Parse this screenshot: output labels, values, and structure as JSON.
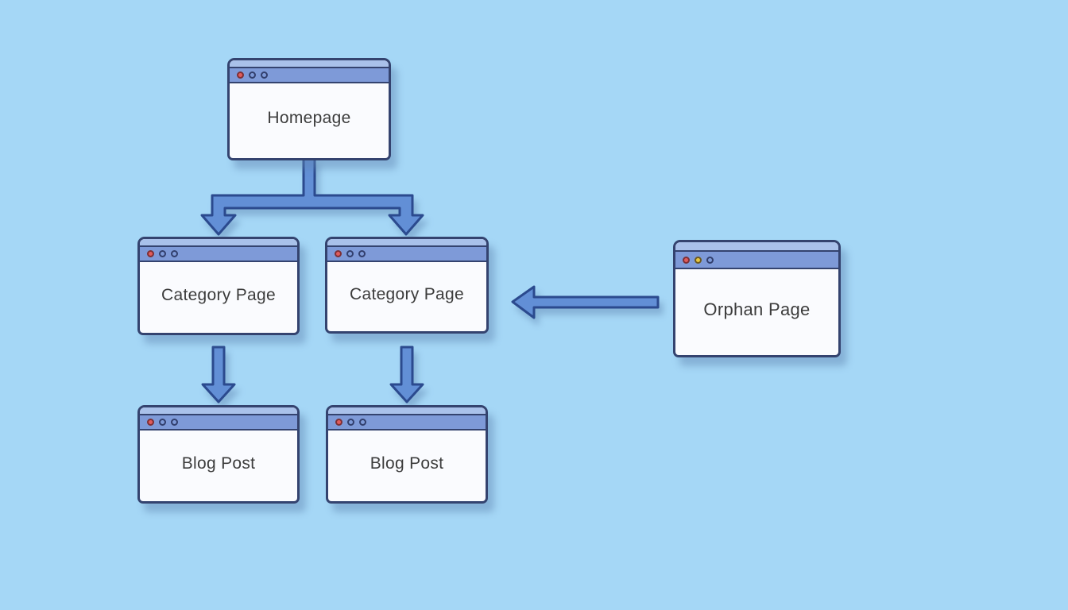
{
  "diagram": {
    "nodes": [
      {
        "id": "homepage",
        "label": "Homepage",
        "dots": [
          "red",
          "outline",
          "outline"
        ]
      },
      {
        "id": "category-1",
        "label": "Category Page",
        "dots": [
          "red",
          "outline",
          "outline"
        ]
      },
      {
        "id": "category-2",
        "label": "Category Page",
        "dots": [
          "red",
          "outline",
          "outline"
        ]
      },
      {
        "id": "orphan",
        "label": "Orphan Page",
        "dots": [
          "red",
          "yellow",
          "outline"
        ]
      },
      {
        "id": "blog-1",
        "label": "Blog Post",
        "dots": [
          "red",
          "outline",
          "outline"
        ]
      },
      {
        "id": "blog-2",
        "label": "Blog Post",
        "dots": [
          "red",
          "outline",
          "outline"
        ]
      }
    ],
    "edges": [
      {
        "from": "homepage",
        "to": "category-1",
        "direction": "down"
      },
      {
        "from": "homepage",
        "to": "category-2",
        "direction": "down"
      },
      {
        "from": "category-1",
        "to": "blog-1",
        "direction": "down"
      },
      {
        "from": "category-2",
        "to": "blog-2",
        "direction": "down"
      },
      {
        "from": "orphan",
        "to": "category-2",
        "direction": "left"
      }
    ],
    "colors": {
      "background": "#a5d7f6",
      "window_body": "#fafbfe",
      "window_border": "#34436f",
      "titlebar_top": "#a9c1ea",
      "titlebar": "#7e9ad8",
      "arrow_fill": "#628fd6",
      "arrow_stroke": "#2b4a8e",
      "dot_red": "#e05c5c",
      "dot_yellow": "#e9c840",
      "dot_outline_stroke": "#323f6d",
      "label_text": "#3c3c3c",
      "shadow": "rgba(96,132,177,0.45)"
    }
  }
}
